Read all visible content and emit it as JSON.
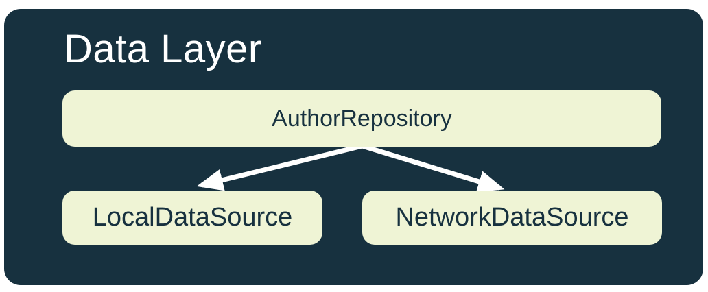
{
  "diagram": {
    "title": "Data Layer",
    "nodes": [
      {
        "id": "repository",
        "label": "AuthorRepository",
        "row": "top"
      },
      {
        "id": "local",
        "label": "LocalDataSource",
        "row": "bottom"
      },
      {
        "id": "network",
        "label": "NetworkDataSource",
        "row": "bottom"
      }
    ],
    "edges": [
      {
        "from": "AuthorRepository",
        "to": "LocalDataSource"
      },
      {
        "from": "AuthorRepository",
        "to": "NetworkDataSource"
      }
    ],
    "colors": {
      "page_background": "#FFFFFF",
      "container_background": "#17313F",
      "node_fill": "#EFF4D5",
      "node_text": "#17313F",
      "title_text": "#FFFFFF",
      "arrow": "#FFFFFF"
    }
  }
}
